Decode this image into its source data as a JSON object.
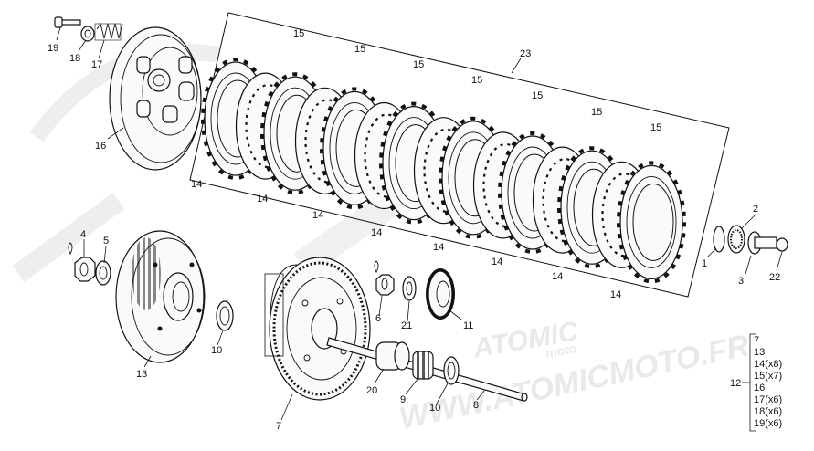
{
  "watermark": {
    "brand": "ATOMIC",
    "sub": "moto",
    "url": "WWW.ATOMICMOTO.FR"
  },
  "callouts": [
    {
      "id": "c19",
      "label": "19"
    },
    {
      "id": "c18",
      "label": "18"
    },
    {
      "id": "c17",
      "label": "17"
    },
    {
      "id": "c16",
      "label": "16"
    },
    {
      "id": "c23",
      "label": "23"
    },
    {
      "id": "c15a",
      "label": "15"
    },
    {
      "id": "c15b",
      "label": "15"
    },
    {
      "id": "c15c",
      "label": "15"
    },
    {
      "id": "c15d",
      "label": "15"
    },
    {
      "id": "c15e",
      "label": "15"
    },
    {
      "id": "c15f",
      "label": "15"
    },
    {
      "id": "c15g",
      "label": "15"
    },
    {
      "id": "c14a",
      "label": "14"
    },
    {
      "id": "c14b",
      "label": "14"
    },
    {
      "id": "c14c",
      "label": "14"
    },
    {
      "id": "c14d",
      "label": "14"
    },
    {
      "id": "c14e",
      "label": "14"
    },
    {
      "id": "c14f",
      "label": "14"
    },
    {
      "id": "c14g",
      "label": "14"
    },
    {
      "id": "c14h",
      "label": "14"
    },
    {
      "id": "c1",
      "label": "1"
    },
    {
      "id": "c2",
      "label": "2"
    },
    {
      "id": "c3",
      "label": "3"
    },
    {
      "id": "c22",
      "label": "22"
    },
    {
      "id": "c4",
      "label": "4"
    },
    {
      "id": "c5",
      "label": "5"
    },
    {
      "id": "c13",
      "label": "13"
    },
    {
      "id": "c10a",
      "label": "10"
    },
    {
      "id": "c6",
      "label": "6"
    },
    {
      "id": "c21",
      "label": "21"
    },
    {
      "id": "c11",
      "label": "11"
    },
    {
      "id": "c7",
      "label": "7"
    },
    {
      "id": "c20",
      "label": "20"
    },
    {
      "id": "c9",
      "label": "9"
    },
    {
      "id": "c10b",
      "label": "10"
    },
    {
      "id": "c8",
      "label": "8"
    }
  ],
  "kit": {
    "label": "12",
    "items": [
      "7",
      "13",
      "14(x8)",
      "15(x7)",
      "16",
      "17(x6)",
      "18(x6)",
      "19(x6)"
    ]
  }
}
